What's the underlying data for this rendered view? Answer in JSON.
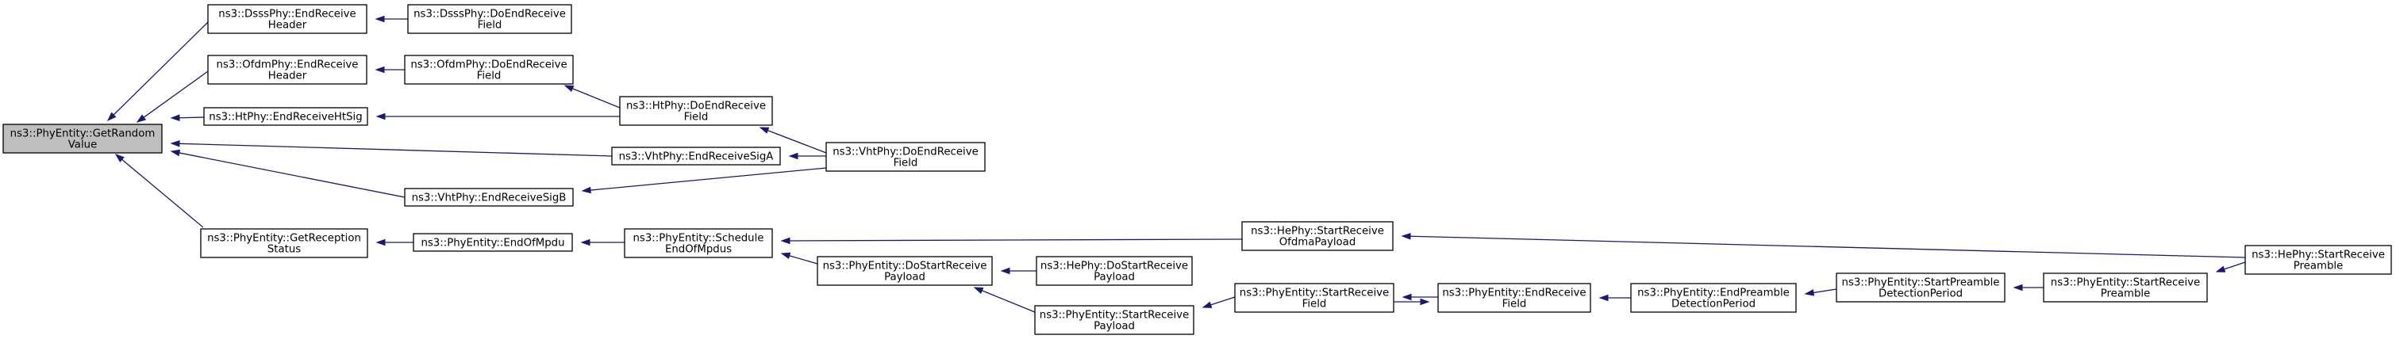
{
  "graph": {
    "colors": {
      "edge": "#191970",
      "root_fill": "#bfbfbf",
      "node_fill": "#ffffff",
      "border": "#000000"
    },
    "nodes": [
      {
        "id": "n0",
        "lines": [
          "ns3::PhyEntity::GetRandom",
          "Value"
        ],
        "root": true
      },
      {
        "id": "n1",
        "lines": [
          "ns3::DsssPhy::EndReceive",
          "Header"
        ]
      },
      {
        "id": "n2",
        "lines": [
          "ns3::DsssPhy::DoEndReceive",
          "Field"
        ]
      },
      {
        "id": "n3",
        "lines": [
          "ns3::OfdmPhy::EndReceive",
          "Header"
        ]
      },
      {
        "id": "n4",
        "lines": [
          "ns3::OfdmPhy::DoEndReceive",
          "Field"
        ]
      },
      {
        "id": "n5",
        "lines": [
          "ns3::HtPhy::EndReceiveHtSig"
        ]
      },
      {
        "id": "n6",
        "lines": [
          "ns3::HtPhy::DoEndReceive",
          "Field"
        ]
      },
      {
        "id": "n7",
        "lines": [
          "ns3::VhtPhy::EndReceiveSigA"
        ]
      },
      {
        "id": "n8",
        "lines": [
          "ns3::VhtPhy::DoEndReceive",
          "Field"
        ]
      },
      {
        "id": "n9",
        "lines": [
          "ns3::VhtPhy::EndReceiveSigB"
        ]
      },
      {
        "id": "n10",
        "lines": [
          "ns3::PhyEntity::GetReception",
          "Status"
        ]
      },
      {
        "id": "n11",
        "lines": [
          "ns3::PhyEntity::EndOfMpdu"
        ]
      },
      {
        "id": "n12",
        "lines": [
          "ns3::PhyEntity::Schedule",
          "EndOfMpdus"
        ]
      },
      {
        "id": "n13",
        "lines": [
          "ns3::HePhy::StartReceive",
          "OfdmaPayload"
        ]
      },
      {
        "id": "n14",
        "lines": [
          "ns3::HePhy::StartReceive",
          "Preamble"
        ]
      },
      {
        "id": "n15",
        "lines": [
          "ns3::PhyEntity::DoStartReceive",
          "Payload"
        ]
      },
      {
        "id": "n16",
        "lines": [
          "ns3::HePhy::DoStartReceive",
          "Payload"
        ]
      },
      {
        "id": "n17",
        "lines": [
          "ns3::PhyEntity::StartReceive",
          "Payload"
        ]
      },
      {
        "id": "n18",
        "lines": [
          "ns3::PhyEntity::StartReceive",
          "Field"
        ]
      },
      {
        "id": "n19",
        "lines": [
          "ns3::PhyEntity::EndReceive",
          "Field"
        ]
      },
      {
        "id": "n20",
        "lines": [
          "ns3::PhyEntity::EndPreamble",
          "DetectionPeriod"
        ]
      },
      {
        "id": "n21",
        "lines": [
          "ns3::PhyEntity::StartPreamble",
          "DetectionPeriod"
        ]
      },
      {
        "id": "n22",
        "lines": [
          "ns3::PhyEntity::StartReceive",
          "Preamble"
        ]
      }
    ],
    "edges": [
      {
        "from": "n1",
        "to": "n0"
      },
      {
        "from": "n2",
        "to": "n1"
      },
      {
        "from": "n3",
        "to": "n0"
      },
      {
        "from": "n4",
        "to": "n3"
      },
      {
        "from": "n6",
        "to": "n4"
      },
      {
        "from": "n8",
        "to": "n6"
      },
      {
        "from": "n5",
        "to": "n0"
      },
      {
        "from": "n6",
        "to": "n5"
      },
      {
        "from": "n7",
        "to": "n0"
      },
      {
        "from": "n8",
        "to": "n7"
      },
      {
        "from": "n9",
        "to": "n0"
      },
      {
        "from": "n8",
        "to": "n9"
      },
      {
        "from": "n10",
        "to": "n0"
      },
      {
        "from": "n11",
        "to": "n10"
      },
      {
        "from": "n12",
        "to": "n11"
      },
      {
        "from": "n13",
        "to": "n12"
      },
      {
        "from": "n14",
        "to": "n13"
      },
      {
        "from": "n15",
        "to": "n12"
      },
      {
        "from": "n16",
        "to": "n15"
      },
      {
        "from": "n17",
        "to": "n15"
      },
      {
        "from": "n18",
        "to": "n17"
      },
      {
        "from": "n19",
        "to": "n18"
      },
      {
        "from": "n18",
        "to": "n19"
      },
      {
        "from": "n20",
        "to": "n19"
      },
      {
        "from": "n21",
        "to": "n20"
      },
      {
        "from": "n22",
        "to": "n21"
      },
      {
        "from": "n14",
        "to": "n22"
      }
    ]
  }
}
